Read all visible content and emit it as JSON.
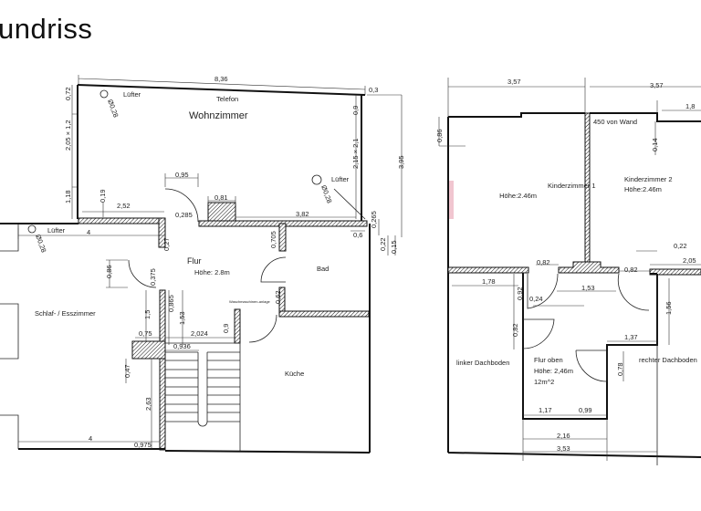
{
  "page": {
    "title": "undriss"
  },
  "ground_floor": {
    "rooms": {
      "wohnzimmer": "Wohnzimmer",
      "flur": "Flur",
      "flur_height": "Höhe: 2.8m",
      "bad": "Bad",
      "schlaf": "Schlaf- / Esszimmer",
      "kueche": "Küche",
      "washer": "Waschmaschinen-anlage"
    },
    "annotations": {
      "luefter": "Lüfter",
      "diameter": "Ø0,28",
      "telefon": "Telefon"
    },
    "dims": {
      "d836": "8,36",
      "d03": "0,3",
      "d072": "0,72",
      "d205": "2,05 × 1,2",
      "d118": "1,18",
      "d09a": "0,9",
      "d215": "2,15 × 2,1",
      "d395": "3,95",
      "d095": "0,95",
      "d081": "0,81",
      "d252": "2,52",
      "d019": "0,19",
      "d382": "3,82",
      "d0285": "0,285",
      "d4a": "4",
      "d0265": "0,265",
      "d06": "0,6",
      "d022": "0,22",
      "d015": "0,15",
      "d027": "0,27",
      "d0705": "0,705",
      "d086": "0,86",
      "d0375": "0,375",
      "d0865": "0,865",
      "d153": "1,53",
      "d15": "1,5",
      "d062": "0,62",
      "d09b": "0,9",
      "d075": "0,75",
      "d2024": "2,024",
      "d0936": "0,936",
      "d047": "0,47",
      "d263": "2,63",
      "d4b": "4",
      "d0975": "0,975"
    }
  },
  "upper_floor": {
    "rooms": {
      "kinder1": "Kinderzimmer 1",
      "kinder1_height": "Höhe:2.46m",
      "kinder2": "Kinderzimmer 2",
      "kinder2_height": "Höhe:2.46m",
      "linker": "linker Dachboden",
      "flur_oben": "Flur oben",
      "flur_oben_height": "Höhe: 2,46m",
      "flur_oben_area": "12m^2",
      "rechter": "rechter Dachboden"
    },
    "annotations": {
      "wand": "450 von Wand"
    },
    "dims": {
      "d357a": "3,57",
      "d357b": "3,57",
      "d18": "1,8",
      "d086": "0,86",
      "d014": "0,14",
      "d022": "0,22",
      "d205": "2,05",
      "d082a": "0,82",
      "d082b": "0,82",
      "d178": "1,78",
      "d153": "1,53",
      "d024": "0,24",
      "d092": "0,92",
      "d082c": "0,82",
      "d156": "1,56",
      "d137": "1,37",
      "d078": "0,78",
      "d117": "1,17",
      "d099": "0,99",
      "d216": "2,16",
      "d353": "3,53"
    }
  },
  "colors": {
    "line": "#111111",
    "background": "#ffffff",
    "marker": "#e8a0b0"
  }
}
